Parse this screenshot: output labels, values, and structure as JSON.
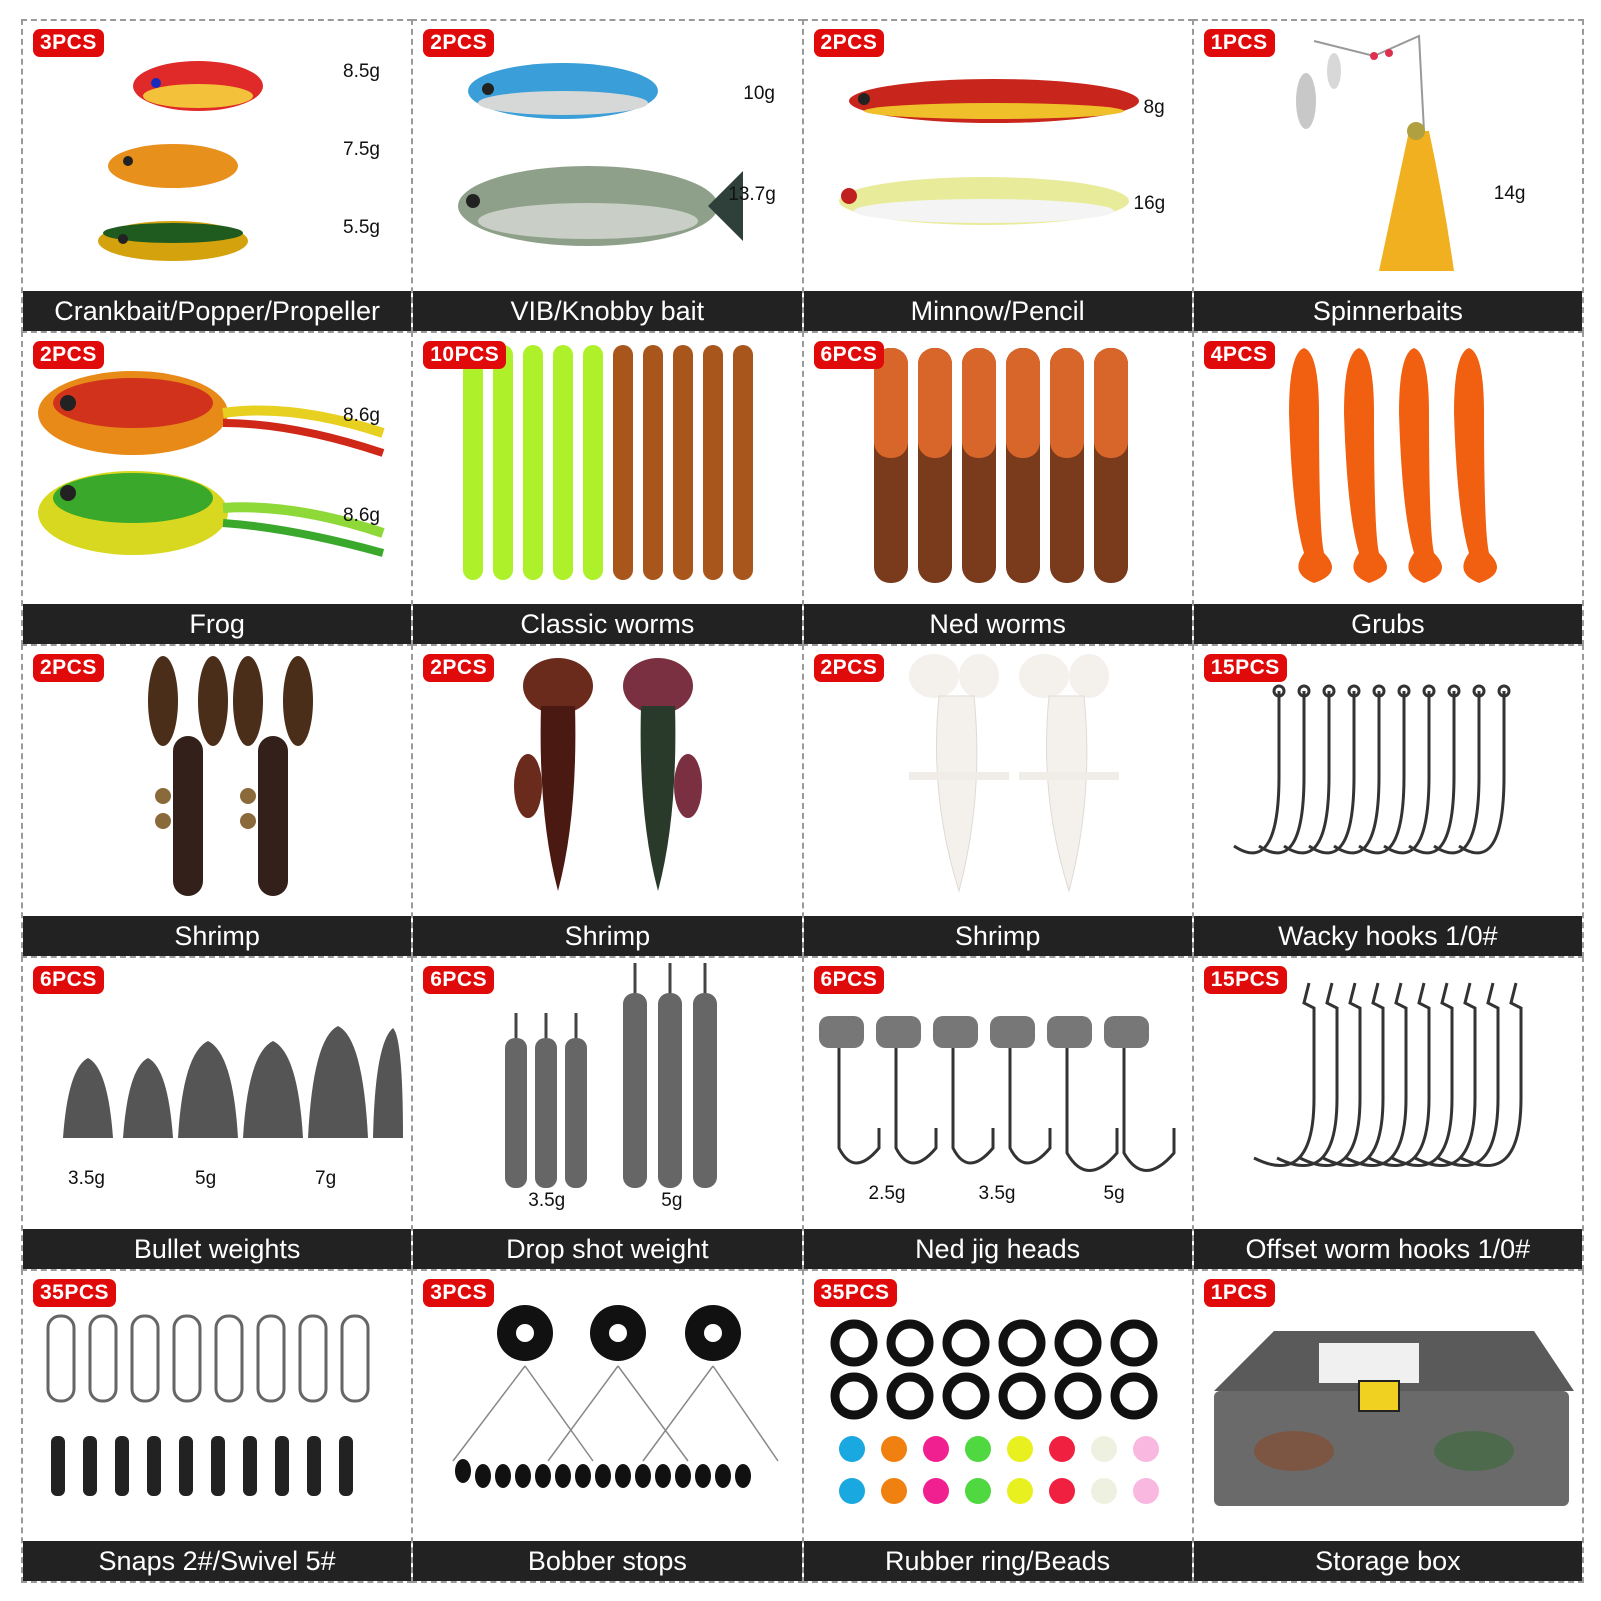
{
  "cells": [
    {
      "badge": "3PCS",
      "title": "Crankbait/Popper/Propeller",
      "weights": [
        "8.5g",
        "7.5g",
        "5.5g"
      ],
      "icon": "hard-lure-icon"
    },
    {
      "badge": "2PCS",
      "title": "VIB/Knobby bait",
      "weights": [
        "10g",
        "13.7g"
      ],
      "icon": "vib-lure-icon"
    },
    {
      "badge": "2PCS",
      "title": "Minnow/Pencil",
      "weights": [
        "8g",
        "16g"
      ],
      "icon": "minnow-lure-icon"
    },
    {
      "badge": "1PCS",
      "title": "Spinnerbaits",
      "weights": [
        "14g"
      ],
      "icon": "spinnerbait-icon"
    },
    {
      "badge": "2PCS",
      "title": "Frog",
      "weights": [
        "8.6g",
        "8.6g"
      ],
      "icon": "frog-lure-icon"
    },
    {
      "badge": "10PCS",
      "title": "Classic worms",
      "weights": [],
      "icon": "worm-icon"
    },
    {
      "badge": "6PCS",
      "title": "Ned worms",
      "weights": [],
      "icon": "ned-worm-icon"
    },
    {
      "badge": "4PCS",
      "title": "Grubs",
      "weights": [],
      "icon": "grub-icon"
    },
    {
      "badge": "2PCS",
      "title": "Shrimp",
      "weights": [],
      "icon": "shrimp-icon"
    },
    {
      "badge": "2PCS",
      "title": "Shrimp",
      "weights": [],
      "icon": "shrimp-icon"
    },
    {
      "badge": "2PCS",
      "title": "Shrimp",
      "weights": [],
      "icon": "shrimp-icon"
    },
    {
      "badge": "15PCS",
      "title": "Wacky hooks 1/0#",
      "weights": [],
      "icon": "hook-icon"
    },
    {
      "badge": "6PCS",
      "title": "Bullet weights",
      "weights": [
        "3.5g",
        "5g",
        "7g"
      ],
      "icon": "bullet-weight-icon"
    },
    {
      "badge": "6PCS",
      "title": "Drop shot weight",
      "weights": [
        "3.5g",
        "5g"
      ],
      "icon": "drop-shot-icon"
    },
    {
      "badge": "6PCS",
      "title": "Ned jig heads",
      "weights": [
        "2.5g",
        "3.5g",
        "5g"
      ],
      "icon": "jig-head-icon"
    },
    {
      "badge": "15PCS",
      "title": "Offset worm hooks 1/0#",
      "weights": [],
      "icon": "offset-hook-icon"
    },
    {
      "badge": "35PCS",
      "title": "Snaps 2#/Swivel 5#",
      "weights": [],
      "icon": "snap-swivel-icon"
    },
    {
      "badge": "3PCS",
      "title": "Bobber stops",
      "weights": [],
      "icon": "bobber-stop-icon"
    },
    {
      "badge": "35PCS",
      "title": "Rubber ring/Beads",
      "weights": [],
      "icon": "bead-icon"
    },
    {
      "badge": "1PCS",
      "title": "Storage box",
      "weights": [],
      "icon": "storage-box-icon"
    }
  ]
}
